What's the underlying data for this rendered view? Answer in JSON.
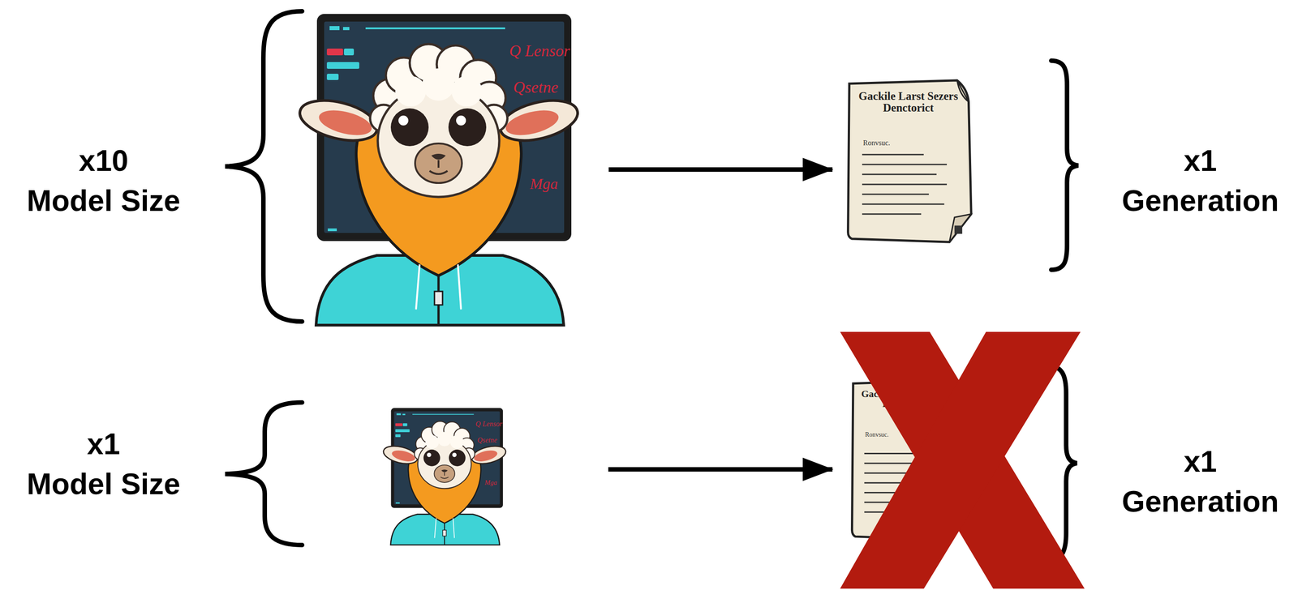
{
  "diagram": {
    "nodes": [
      {
        "text": [
          "Q Lensor",
          "Qsetne",
          "Mga"
        ]
      },
      {
        "text": [
          "Gackile Larst Sezers Denctorict",
          "Ronvsuc."
        ]
      },
      {
        "text": [
          "Q Lensor",
          "Qsetne",
          "Mga"
        ]
      },
      {
        "text": [
          "Gackile Larst Sezers Denctorict",
          "Ronvsuc."
        ]
      }
    ],
    "edges": [
      {
        "from": 0,
        "to": 1,
        "arrow": "to"
      },
      {
        "from": 2,
        "to": 3,
        "arrow": "to"
      }
    ],
    "labels": [
      "x10 Model Size",
      "x1 Generation",
      "x1 Model Size",
      "x1 Generation"
    ]
  }
}
